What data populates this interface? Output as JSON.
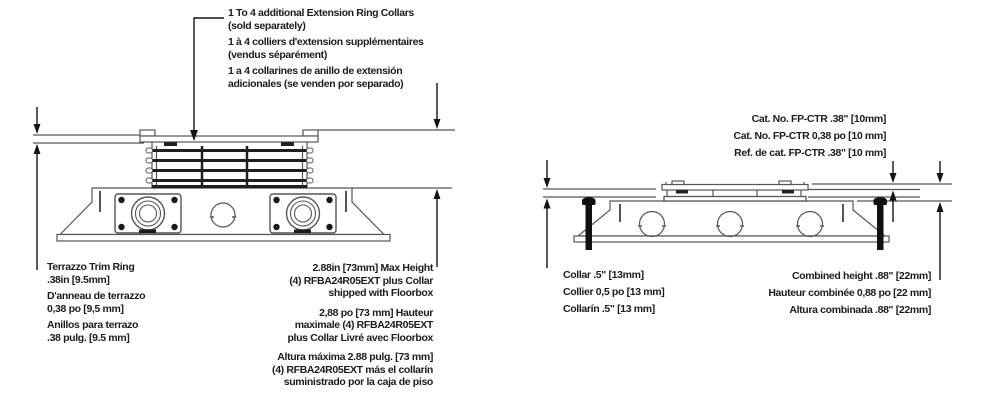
{
  "title": "Floor box extension ring collar installation diagram",
  "colors": {
    "background": "#ffffff",
    "structure_line": "#565656",
    "dark_line": "#161616",
    "text": "#1c1c1c"
  },
  "left_diagram": {
    "description": "Floor box with stacked extension ring collars and terrazzo trim ring",
    "extension_note": {
      "en": [
        "1 To 4 additional Extension Ring Collars",
        "(sold separately)"
      ],
      "fr": [
        "1 à 4 colliers d'extension supplémentaires",
        "(vendus séparément)"
      ],
      "es": [
        "1 a 4 collarines de anillo de extensión",
        "adicionales (se venden por separado)"
      ]
    },
    "terrazzo_note": {
      "en": [
        "Terrazzo Trim Ring",
        ".38in [9.5mm]"
      ],
      "fr": [
        "D'anneau de terrazzo",
        "0,38 po [9,5 mm]"
      ],
      "es": [
        "Anillos para terrazo",
        ".38 pulg. [9.5 mm]"
      ]
    },
    "max_height_note": {
      "en": [
        "2.88in [73mm] Max Height",
        "(4) RFBA24R05EXT plus Collar",
        "shipped with Floorbox"
      ],
      "fr": [
        "2,88 po [73 mm] Hauteur",
        "maximale (4) RFBA24R05EXT",
        "plus Collar Livré avec Floorbox"
      ],
      "es": [
        "Altura máxima 2.88 pulg. [73 mm]",
        "(4) RFBA24R05EXT más el collarín",
        "suministrado por la caja de piso"
      ]
    }
  },
  "right_diagram": {
    "description": "Floor box with single collar and FP-CTR trim ring, combined height",
    "fp_ctr_note": {
      "en": "Cat. No. FP-CTR .38\" [10mm]",
      "fr": "Cat. No. FP-CTR 0,38 po [10 mm]",
      "es": "Ref. de cat. FP-CTR .38\" [10 mm]"
    },
    "collar_note": {
      "en": "Collar .5\" [13mm]",
      "fr": "Collier 0,5 po [13 mm]",
      "es": "Collarín .5\" [13 mm]"
    },
    "combined_note": {
      "en": "Combined height .88\" [22mm]",
      "fr": "Hauteur combinée 0,88 po [22 mm]",
      "es": "Altura combinada .88\" [22mm]"
    }
  }
}
